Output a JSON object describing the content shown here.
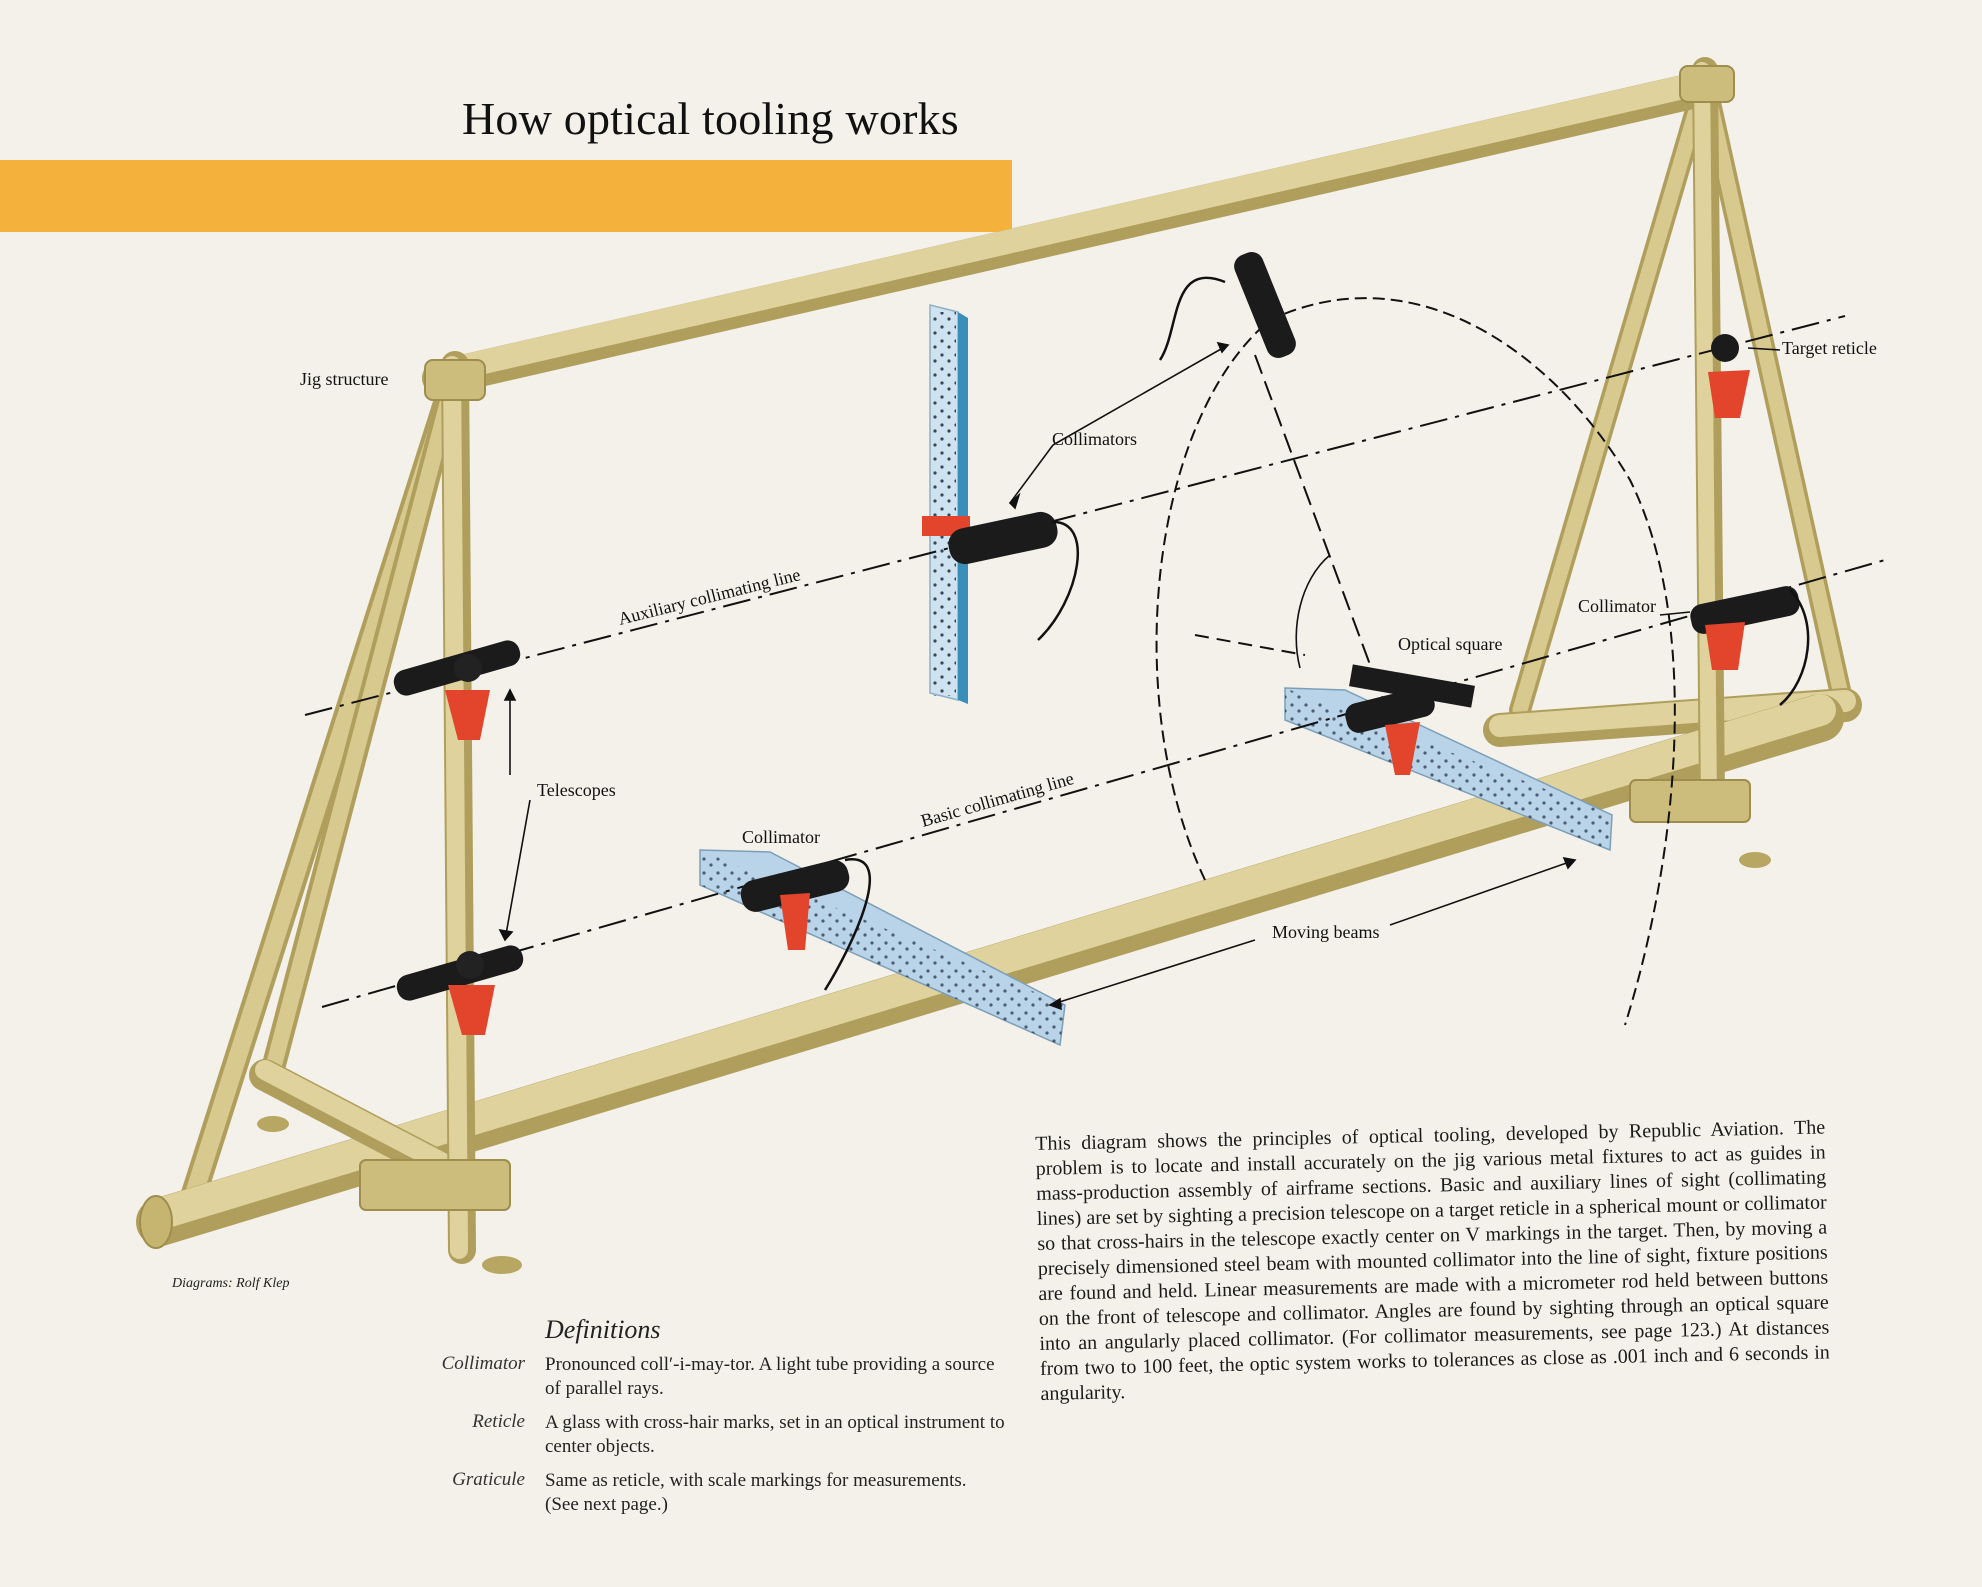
{
  "title": "How optical tooling works",
  "labels": {
    "jig_structure": "Jig structure",
    "collimators": "Collimators",
    "target_reticle": "Target reticle",
    "auxiliary_line": "Auxiliary collimating line",
    "collimator_right": "Collimator",
    "optical_square": "Optical square",
    "telescopes": "Telescopes",
    "basic_line": "Basic collimating line",
    "collimator_front": "Collimator",
    "moving_beams": "Moving beams"
  },
  "credit": "Diagrams: Rolf Klep",
  "definitions": {
    "heading": "Definitions",
    "items": [
      {
        "term": "Collimator",
        "text": "Pronounced coll′-i-may-tor. A light tube providing a source of parallel rays."
      },
      {
        "term": "Reticle",
        "text": "A glass with cross-hair marks, set in an optical instrument to center objects."
      },
      {
        "term": "Graticule",
        "text": "Same as reticle, with scale markings for measurements. (See next page.)"
      }
    ]
  },
  "description": "This diagram shows the principles of optical tooling, developed by Republic Aviation. The problem is to locate and install accurately on the jig various metal fixtures to act as guides in mass-production assembly of airframe sections. Basic and auxiliary lines of sight (collimating lines) are set by sighting a precision telescope on a target reticle in a spherical mount or collimator so that cross-hairs in the telescope exactly center on V markings in the target. Then, by moving a precisely dimensioned steel beam with mounted collimator into the line of sight, fixture positions are found and held. Linear measurements are made with a micrometer rod held between buttons on the front of telescope and collimator. Angles are found by sighting through an optical square into an angularly placed collimator. (For collimator measurements, see page 123.) At distances from two to 100 feet, the optic system works to tolerances as close as .001 inch and 6 seconds in angularity.",
  "colors": {
    "tube": "#d8c98f",
    "tube_dark": "#b09f5c",
    "bracket": "#e2452b",
    "beam": "#b9d3e8",
    "vertical_beam": "#cfe2ef",
    "accent": "#f4b23c"
  }
}
